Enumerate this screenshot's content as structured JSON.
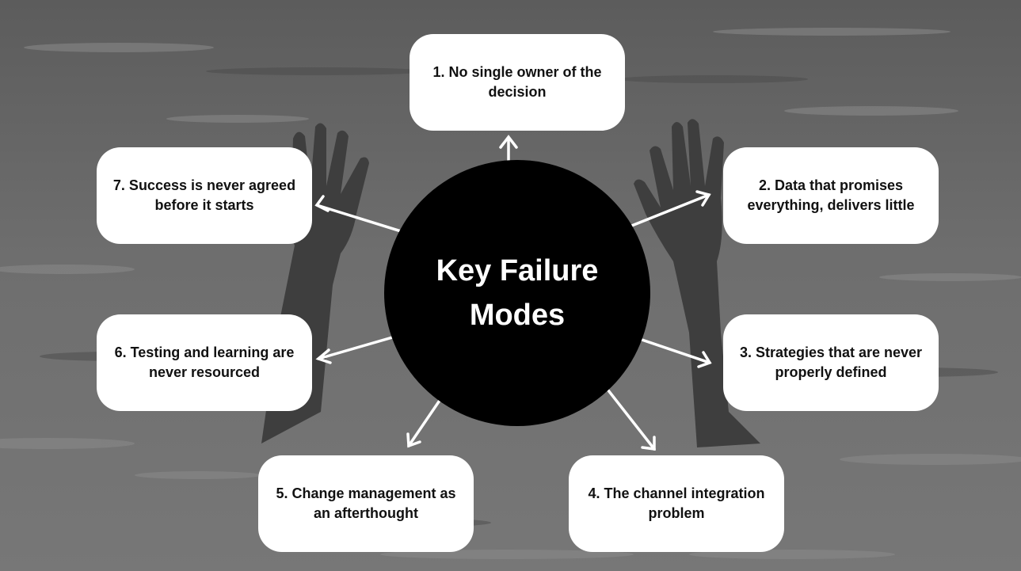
{
  "center": {
    "title": "Key Failure Modes"
  },
  "failure_modes": [
    {
      "label": "1. No single owner of the decision"
    },
    {
      "label": "2. Data that promises everything, delivers little"
    },
    {
      "label": "3. Strategies that are never properly defined"
    },
    {
      "label": "4. The channel integration problem"
    },
    {
      "label": "5. Change management as an afterthought"
    },
    {
      "label": "6. Testing and learning are never resourced"
    },
    {
      "label": "7. Success is never agreed before it starts"
    }
  ],
  "colors": {
    "background": "#6f6f6f",
    "circle": "#000000",
    "box": "#ffffff",
    "arrow": "#ffffff",
    "text_dark": "#111111",
    "text_light": "#ffffff"
  },
  "icons": {
    "background_image": "hands-raised-from-water-photo"
  }
}
